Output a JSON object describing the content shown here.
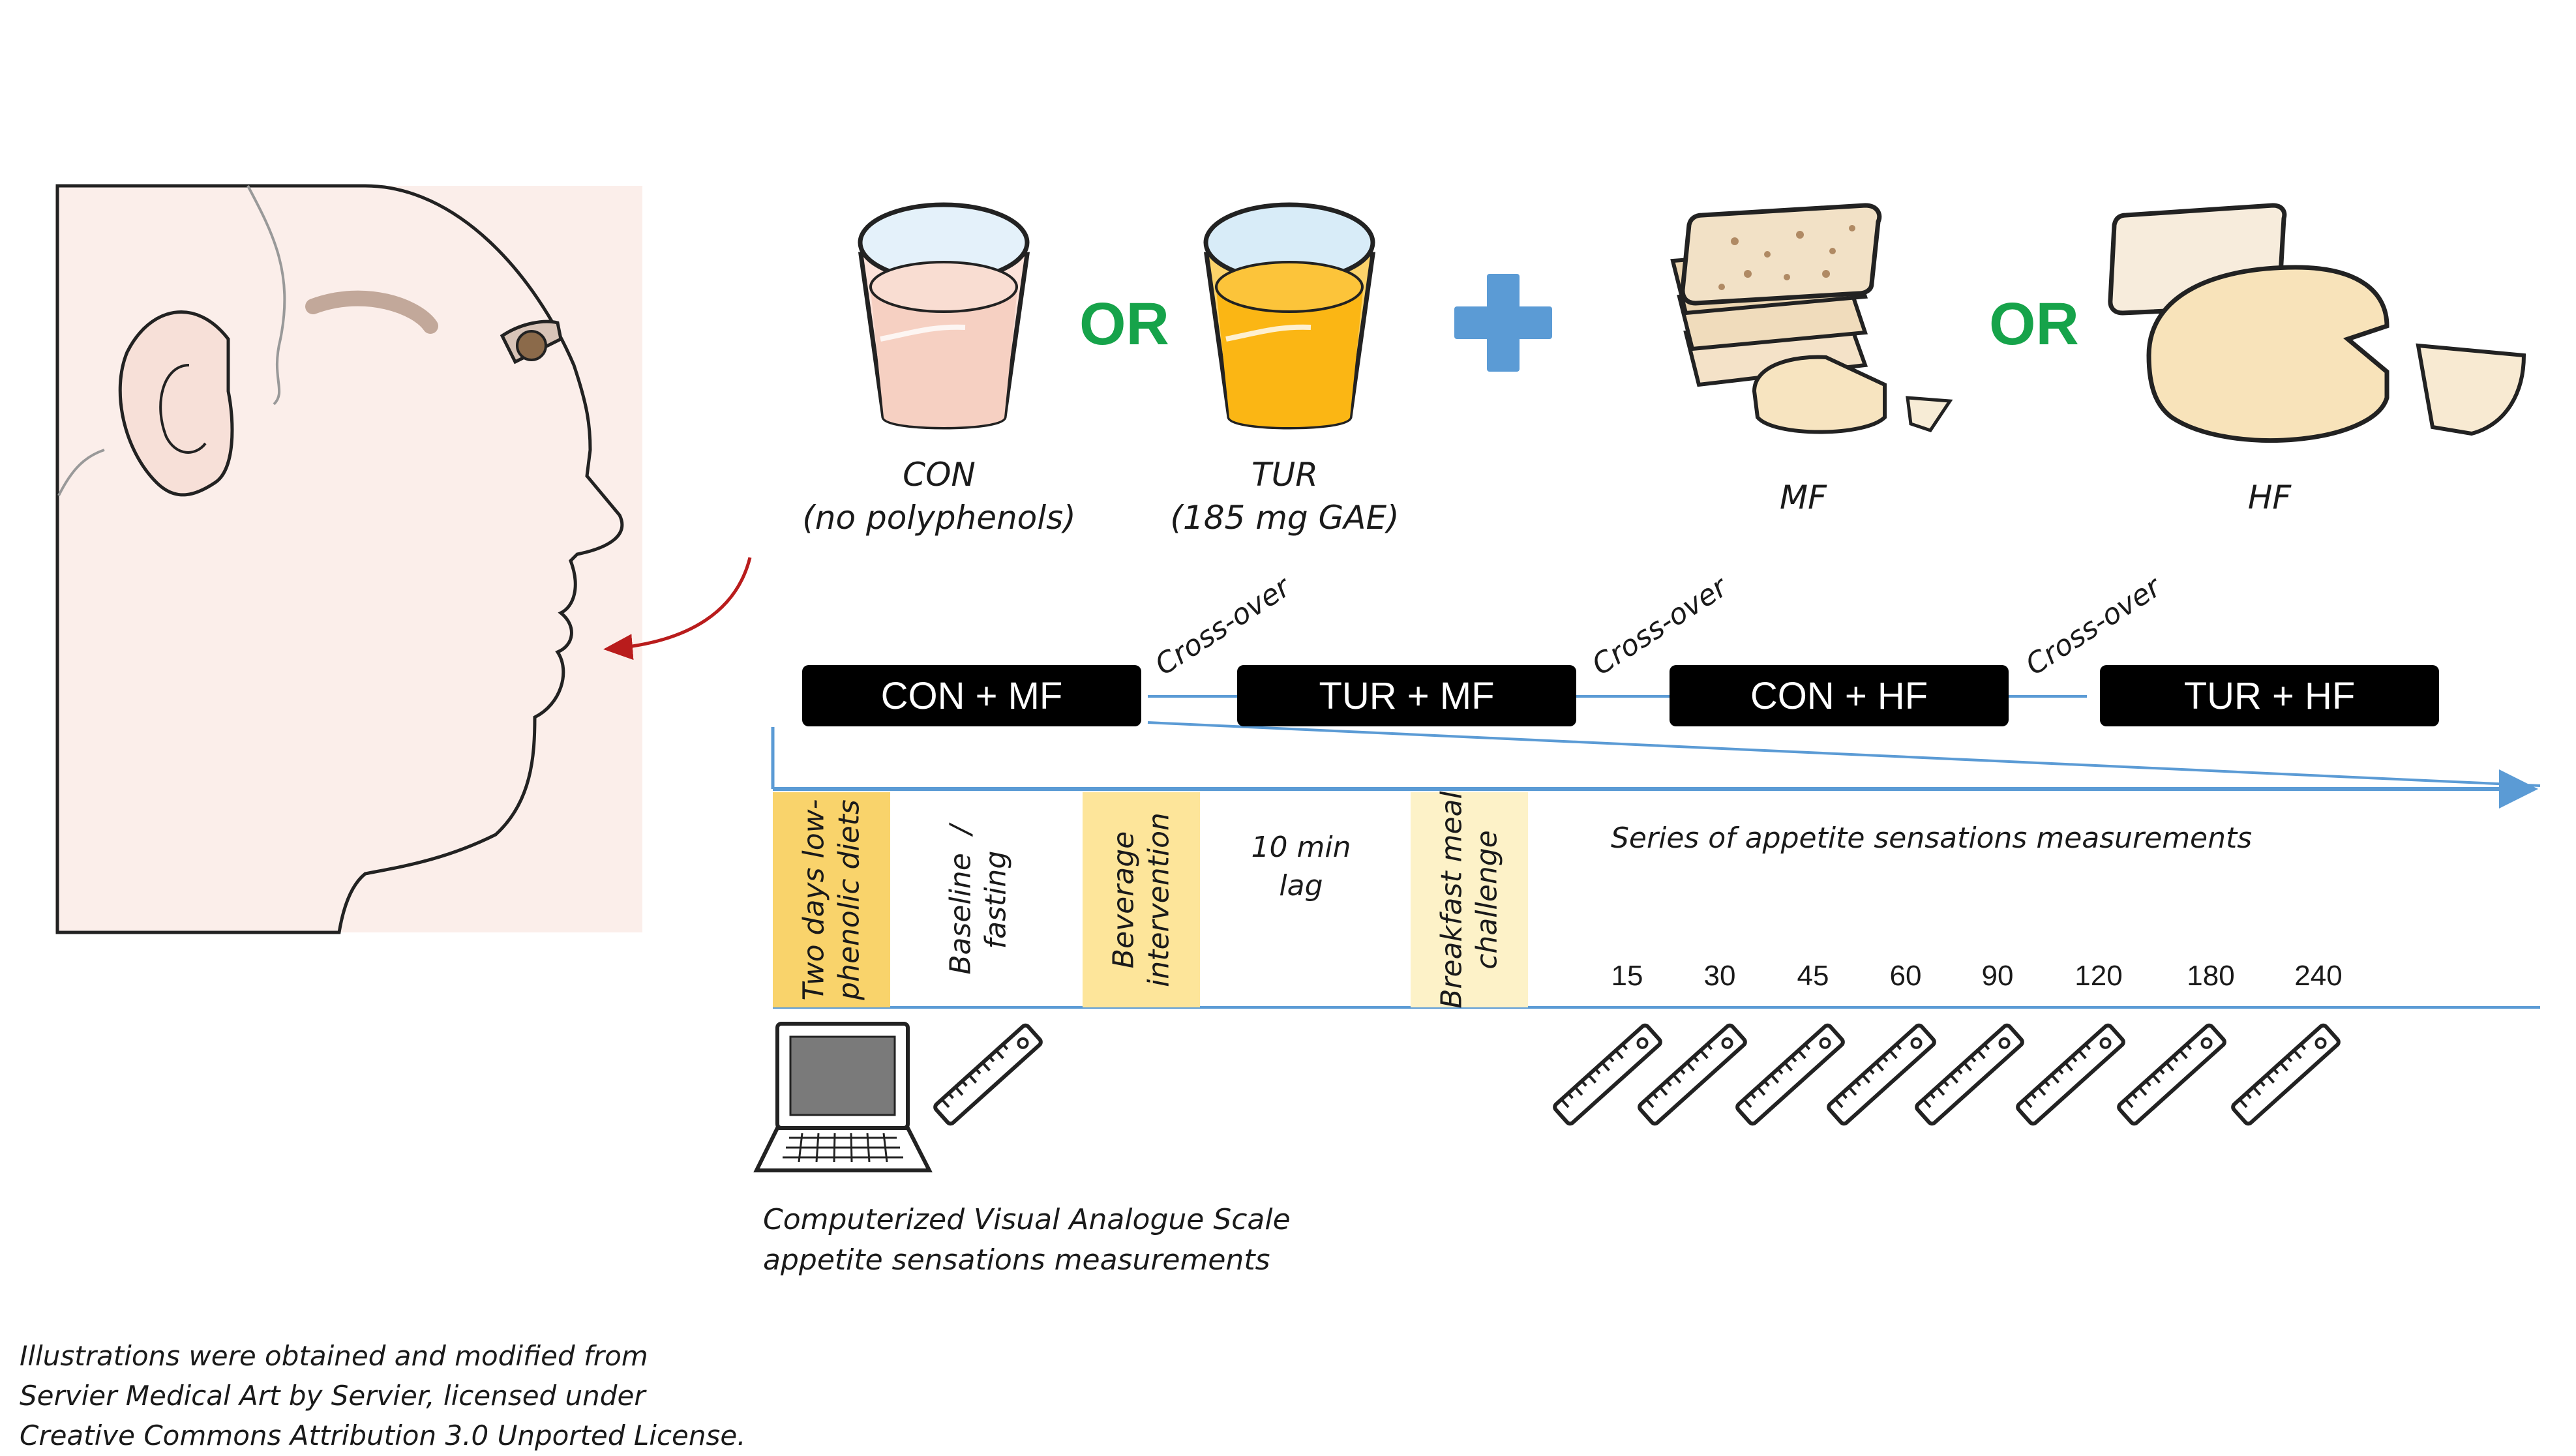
{
  "beverages": [
    {
      "name": "CON",
      "detail": "(no polyphenols)"
    },
    {
      "name": "TUR",
      "detail": "(185 mg GAE)"
    }
  ],
  "meals": [
    {
      "name": "MF"
    },
    {
      "name": "HF"
    }
  ],
  "connectors": {
    "or": "OR"
  },
  "conditions": [
    "CON + MF",
    "TUR + MF",
    "CON + HF",
    "TUR + HF"
  ],
  "crossover_label": "Cross-over",
  "phases": {
    "diet": "Two days low-\nphenolic diets",
    "baseline": "Baseline  /\nfasting",
    "beverage": "Beverage\nintervention",
    "lag": "10 min\nlag",
    "breakfast": "Breakfast meal\nchallenge"
  },
  "series_title": "Series of appetite sensations measurements",
  "timepoints": [
    "15",
    "30",
    "45",
    "60",
    "90",
    "120",
    "180",
    "240"
  ],
  "vas_caption": [
    "Computerized Visual Analogue Scale",
    "appetite sensations measurements"
  ],
  "credit": [
    "Illustrations were obtained and modified from",
    "Servier Medical Art by Servier, licensed under",
    "Creative Commons Attribution 3.0 Unported License."
  ],
  "colors": {
    "diet_fill": "#f9d36b",
    "beverage_fill": "#fde59a",
    "breakfast_fill": "#fdf2c8",
    "timeline_blue": "#5b9bd5",
    "or_green": "#16a34a",
    "plus_blue": "#5b9bd5",
    "arrow_red": "#b91c1c",
    "skin": "#fbeeea",
    "con_drink": "#f6d0c2",
    "tur_drink": "#fbb614"
  }
}
